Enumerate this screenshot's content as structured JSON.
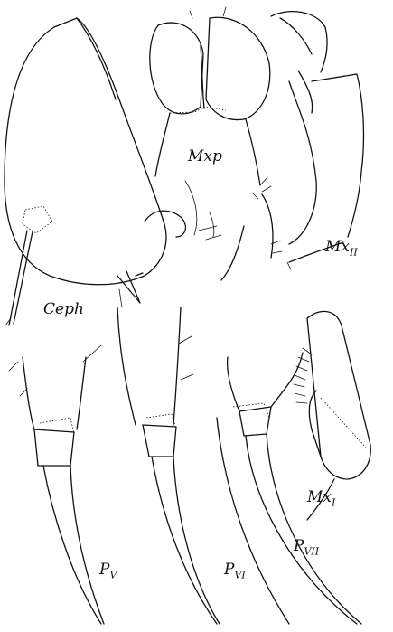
{
  "labels": {
    "mxp": "Mxp",
    "mx2_base": "Mx",
    "mx2_sub": "II",
    "ceph": "Ceph",
    "mx1_base": "Mx",
    "mx1_sub": "I",
    "p5_base": "P",
    "p5_sub": "V",
    "p6_base": "P",
    "p6_sub": "VI",
    "p7_base": "P",
    "p7_sub": "VII"
  }
}
